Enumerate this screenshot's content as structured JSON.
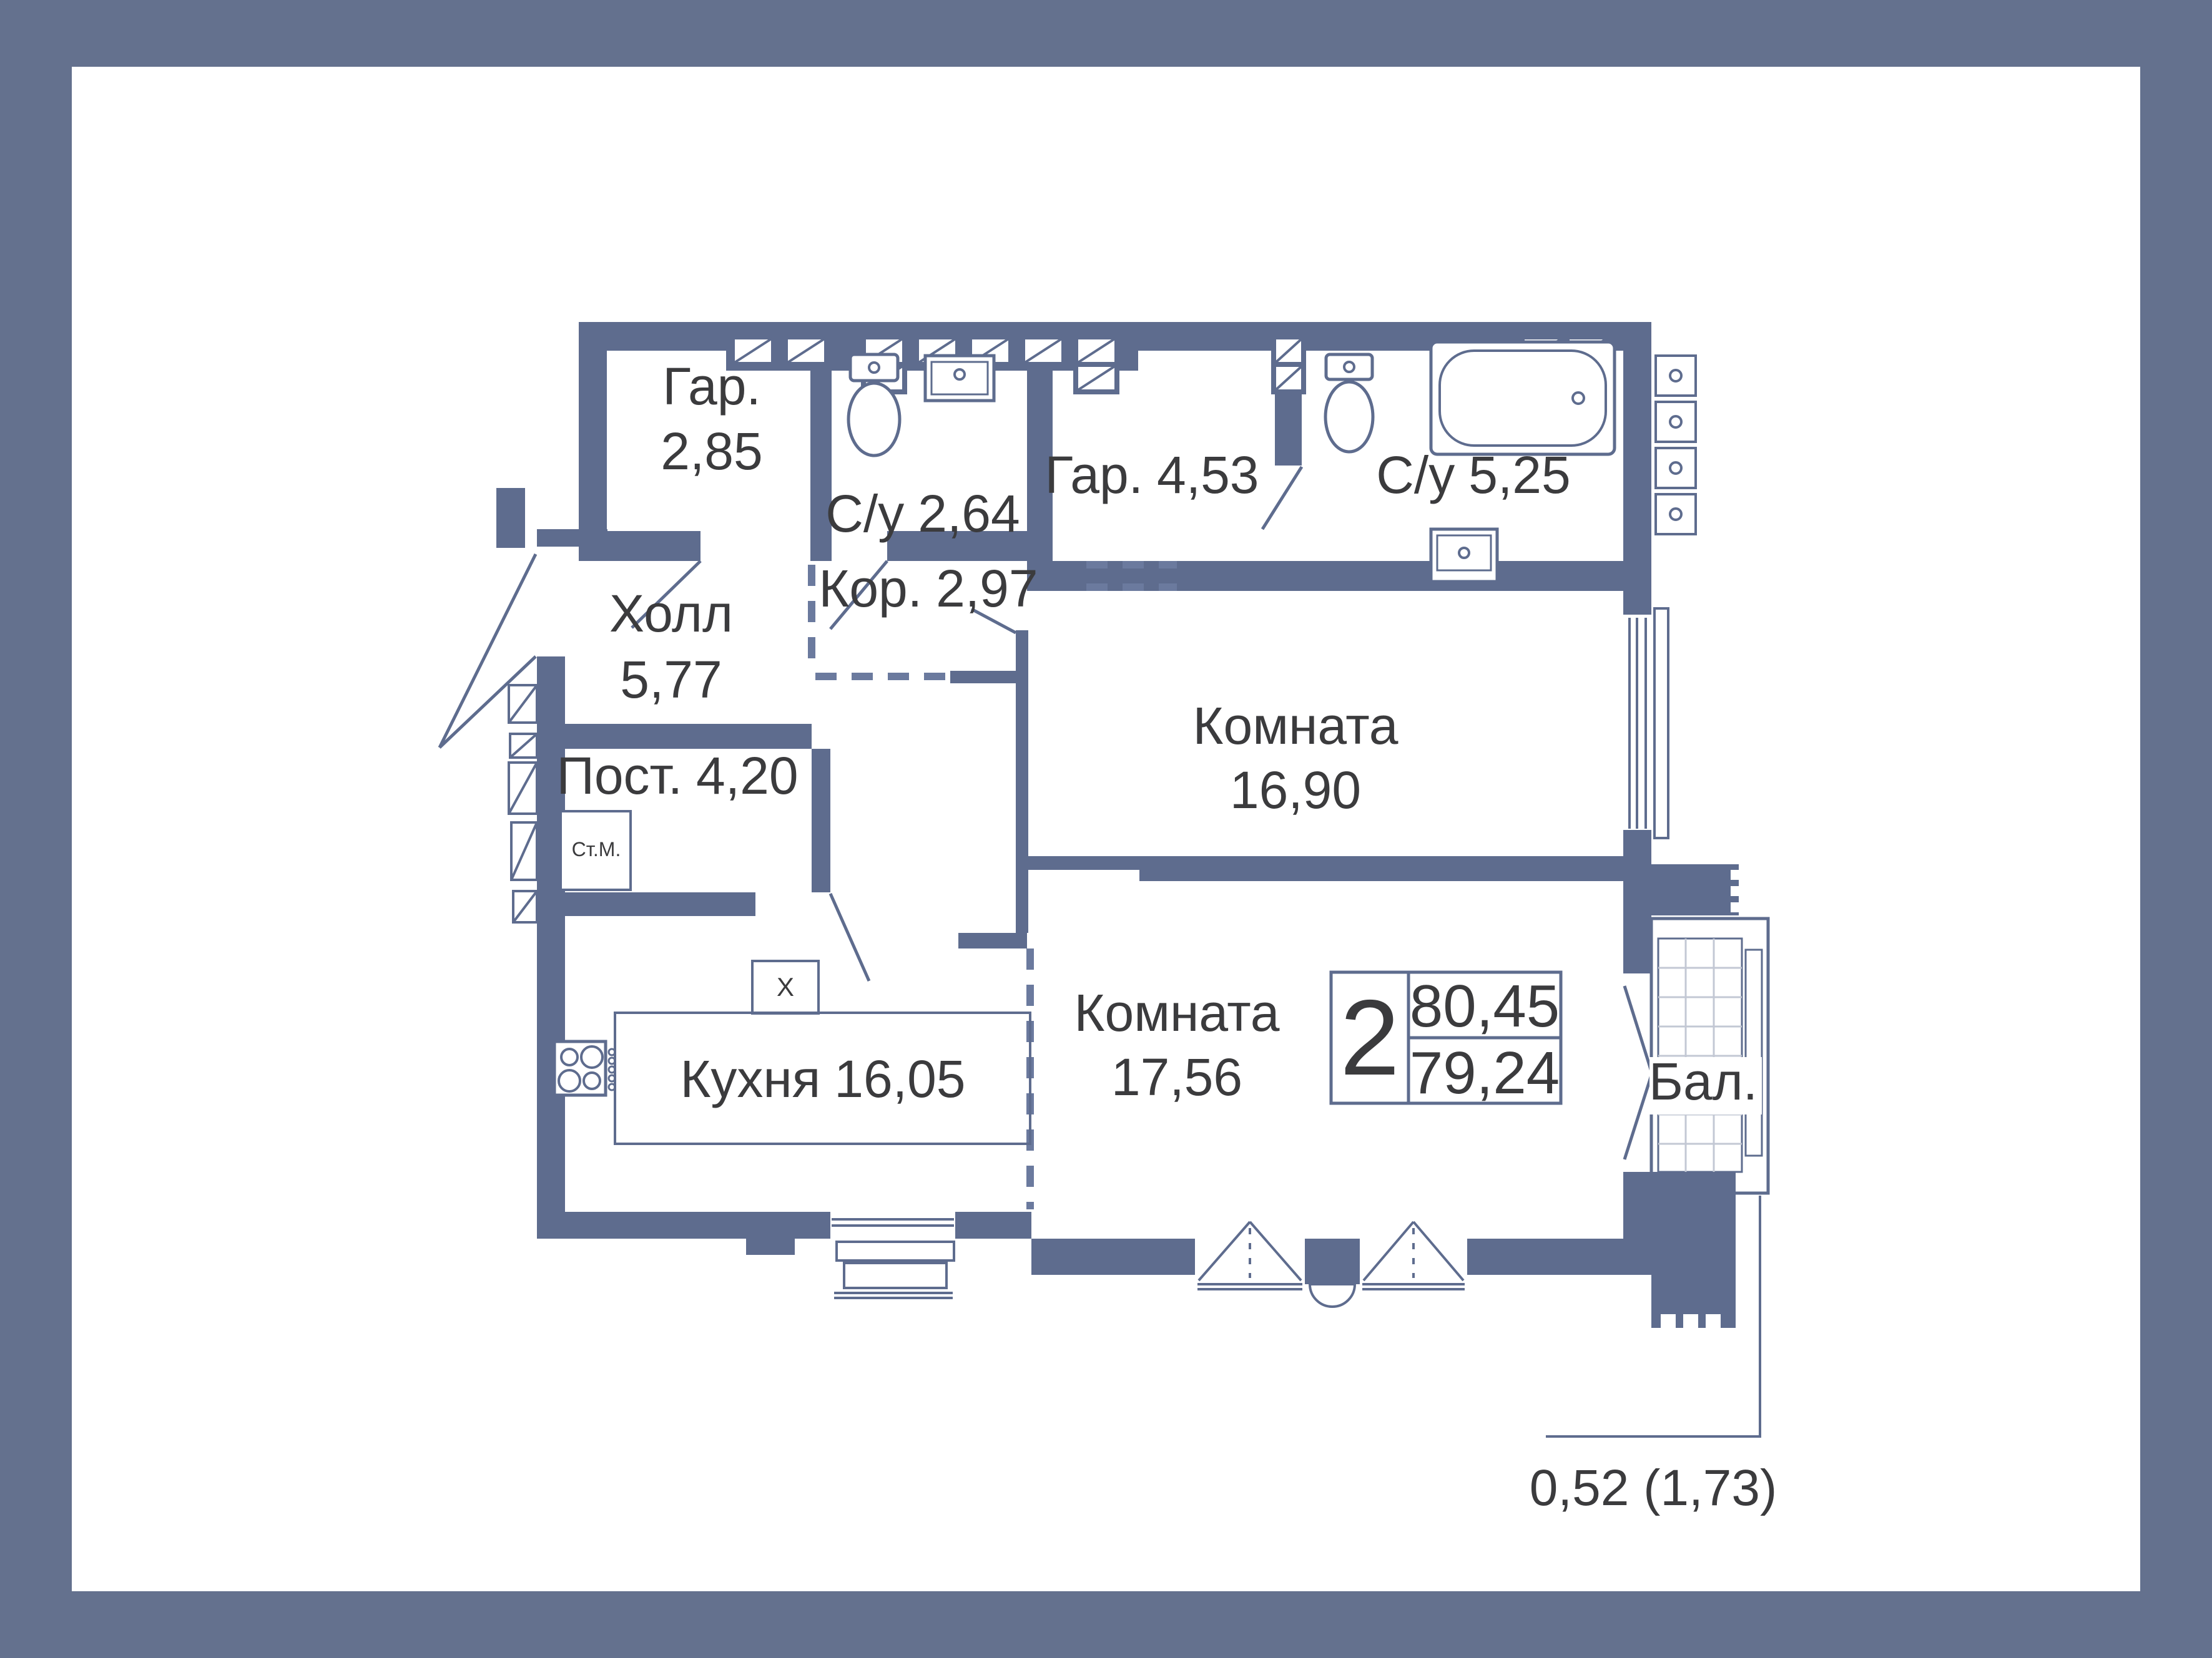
{
  "frame_color": "#64718e",
  "wall_color": "#5e6c8e",
  "text_color": "#3b3b3d",
  "rooms": [
    {
      "id": "gar-small",
      "label": "Гар.",
      "area": "2,85"
    },
    {
      "id": "su-small",
      "label": "С/у",
      "area": "2,64"
    },
    {
      "id": "gar-big",
      "label": "Гар.",
      "area": "4,53"
    },
    {
      "id": "su-big",
      "label": "С/у",
      "area": "5,25"
    },
    {
      "id": "hall",
      "label": "Холл",
      "area": "5,77"
    },
    {
      "id": "corridor",
      "label": "Кор.",
      "area": "2,97"
    },
    {
      "id": "room-1",
      "label": "Комната",
      "area": "16,90"
    },
    {
      "id": "storage",
      "label": "Пост.",
      "area": "4,20"
    },
    {
      "id": "kitchen",
      "label": "Кухня",
      "area": "16,05"
    },
    {
      "id": "room-2",
      "label": "Комната",
      "area": "17,56"
    },
    {
      "id": "balcony",
      "label": "Бал."
    }
  ],
  "info_box": {
    "rooms_count": "2",
    "area_total": "80,45",
    "area_living": "79,24"
  },
  "annotations": {
    "washing_machine": "Ст.М.",
    "kitchen_x_mark": "Х",
    "balcony_area": "0,52 (1,73)"
  }
}
